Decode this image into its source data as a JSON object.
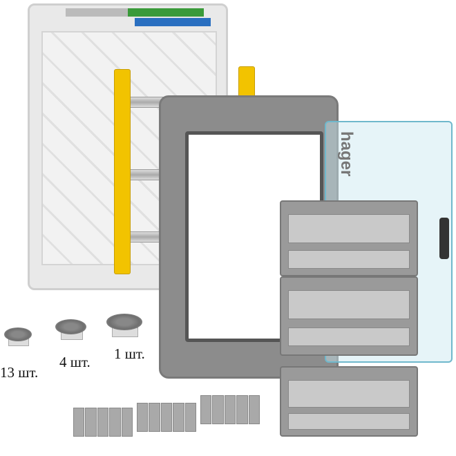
{
  "brand_logo": "hager",
  "gland_labels": {
    "small": "13 шт.",
    "medium": "4 шт.",
    "large": "1 шт."
  },
  "colors": {
    "frame": "#8c8c8c",
    "door_edge": "#6fb8cc",
    "din_holder": "#f2c300",
    "terminal_green": "#3a9a3a",
    "terminal_blue": "#2a6fc0"
  }
}
